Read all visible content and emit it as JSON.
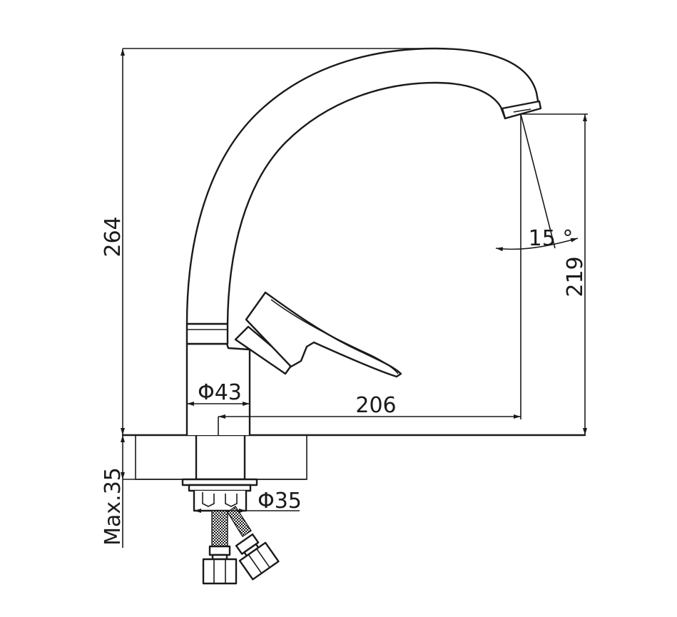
{
  "dimensions": {
    "height_total": "264",
    "height_outlet": "219",
    "reach": "206",
    "base_diameter": "Φ43",
    "shank_diameter": "Φ35",
    "max_deck_thickness": "Max.35",
    "swivel_angle": "15 °"
  },
  "colors": {
    "line": "#1a1a1a",
    "background": "#ffffff"
  }
}
